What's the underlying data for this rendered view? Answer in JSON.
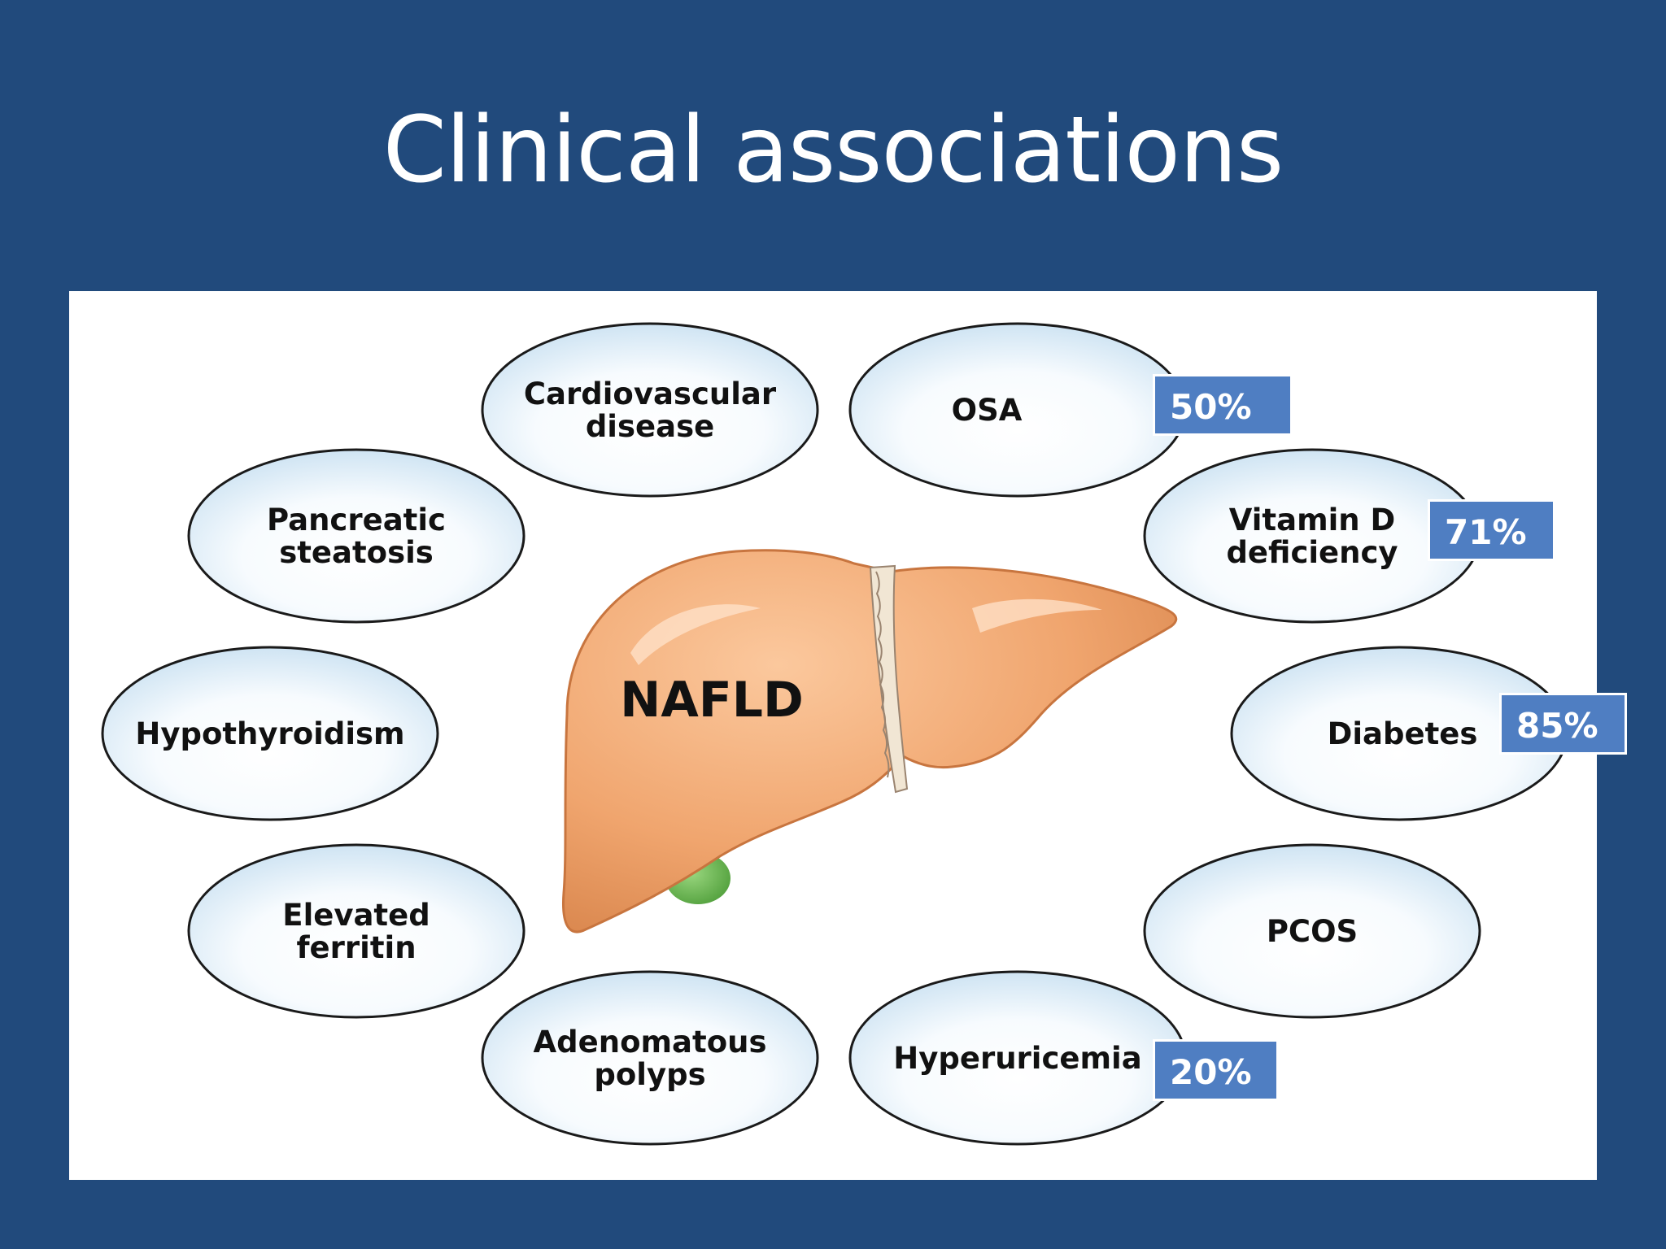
{
  "title": "Clinical associations",
  "center": {
    "label": "NAFLD"
  },
  "colors": {
    "background": "#214a7c",
    "badge": "#4f7ec2",
    "liver": "#f0a56e",
    "gallbladder": "#6cbf52",
    "bubble_fill": "#e4f1fa"
  },
  "associations": [
    {
      "id": "cardiovascular",
      "lines": [
        "Cardiovascular",
        "disease"
      ]
    },
    {
      "id": "osa",
      "lines": [
        "OSA"
      ],
      "prevalence": "50%"
    },
    {
      "id": "pancreatic",
      "lines": [
        "Pancreatic",
        "steatosis"
      ]
    },
    {
      "id": "vitamin-d",
      "lines": [
        "Vitamin D",
        "deficiency"
      ],
      "prevalence": "71%"
    },
    {
      "id": "hypothyroidism",
      "lines": [
        "Hypothyroidism"
      ]
    },
    {
      "id": "diabetes",
      "lines": [
        "Diabetes"
      ],
      "prevalence": "85%"
    },
    {
      "id": "ferritin",
      "lines": [
        "Elevated",
        "ferritin"
      ]
    },
    {
      "id": "pcos",
      "lines": [
        "PCOS"
      ]
    },
    {
      "id": "polyps",
      "lines": [
        "Adenomatous",
        "polyps"
      ]
    },
    {
      "id": "hyperuricemia",
      "lines": [
        "Hyperuricemia"
      ],
      "prevalence": "20%"
    }
  ]
}
